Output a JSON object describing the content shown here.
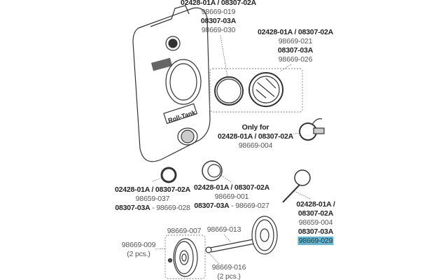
{
  "labels": {
    "top_tank_cap": {
      "l1": "02428-01A / 08307-02A",
      "l2": "98669-019",
      "l3": "08307-03A",
      "l4": "98669-030"
    },
    "right_cap": {
      "l1": "02428-01A / 08307-02A",
      "l2": "98669-021",
      "l3": "08307-03A",
      "l4": "98669-026"
    },
    "valve": {
      "l1": "Only for",
      "l2": "02428-01A / 08307-02A",
      "l3": "98669-004"
    },
    "seal_ring": {
      "l1": "02428-01A / 08307-02A",
      "l2": "98659-037",
      "l3a": "08307-03A",
      "l3sep": " - ",
      "l3b": "98669-028"
    },
    "adapter": {
      "l1": "02428-01A / 08307-02A",
      "l2": "98669-001",
      "l3a": "08307-03A",
      "l3sep": " - ",
      "l3b": "98669-027"
    },
    "tether_cap": {
      "l1": "02428-01A /",
      "l2": "08307-02A",
      "l3": "98659-004",
      "l4": "08307-03A",
      "l5": "98669-029"
    },
    "wheel": "98669-007",
    "axle": "98669-013",
    "hub_cap": {
      "l1": "98669-009",
      "l2": "(2 pcs.)"
    },
    "clip": {
      "l1": "98669-016",
      "l2": "(2 pcs.)"
    }
  },
  "tank_brand": "Roll-Tank",
  "highlight_color": "#5bb8d8"
}
